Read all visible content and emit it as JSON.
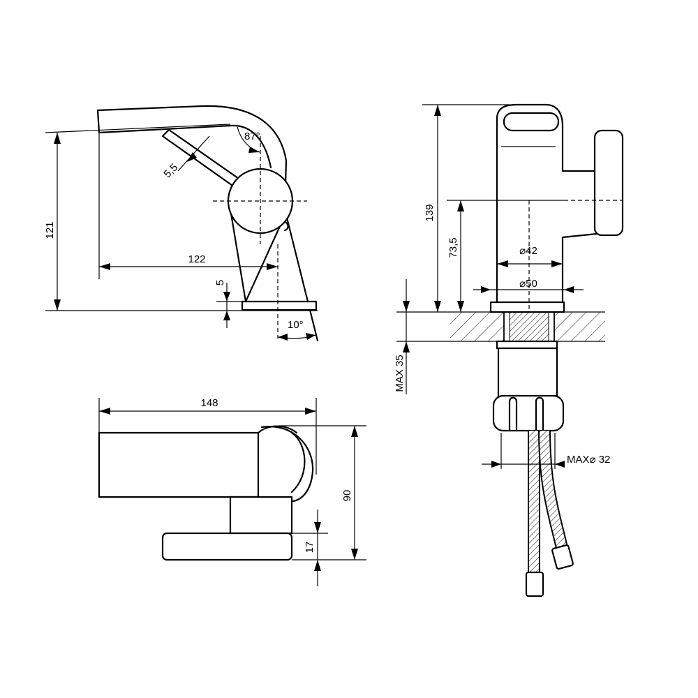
{
  "side_view": {
    "dim_height": "121",
    "dim_reach": "122",
    "dim_base": "5",
    "angle_lever": "87°",
    "angle_tilt": "10°",
    "dim_lever": "5,5"
  },
  "front_view": {
    "dim_height": "139",
    "dim_axis": "73,5",
    "dim_body": "⌀42",
    "dim_base": "⌀50",
    "dim_counter": "MAX 35",
    "dim_hole": "MAX⌀ 32"
  },
  "top_view": {
    "dim_length": "148",
    "dim_depth": "90",
    "dim_plate": "17"
  },
  "colors": {
    "line": "#000000",
    "background": "#ffffff"
  }
}
